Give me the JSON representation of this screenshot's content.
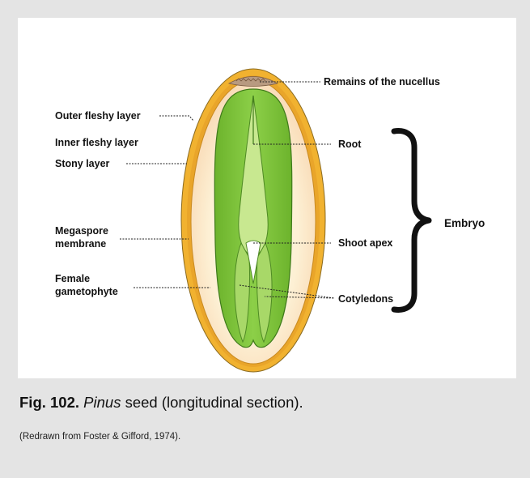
{
  "labels": {
    "remains_nucellus": "Remains of the nucellus",
    "outer_fleshy": "Outer fleshy layer",
    "inner_fleshy": "Inner fleshy layer",
    "stony": "Stony layer",
    "megaspore_1": "Megaspore",
    "megaspore_2": "membrane",
    "female_1": "Female",
    "female_2": "gametophyte",
    "root": "Root",
    "shoot_apex": "Shoot apex",
    "cotyledons": "Cotyledons",
    "embryo": "Embryo"
  },
  "caption": {
    "fig_number": "Fig. 102.",
    "genus": "Pinus",
    "text": "seed (longitudinal section)."
  },
  "source": "(Redrawn from Foster & Gifford, 1974).",
  "colors": {
    "background": "#e4e4e4",
    "outer_coat": "#f0b030",
    "gametophyte": "#fde9c8",
    "embryo_dark": "#78c238",
    "embryo_light": "#b6e078"
  }
}
